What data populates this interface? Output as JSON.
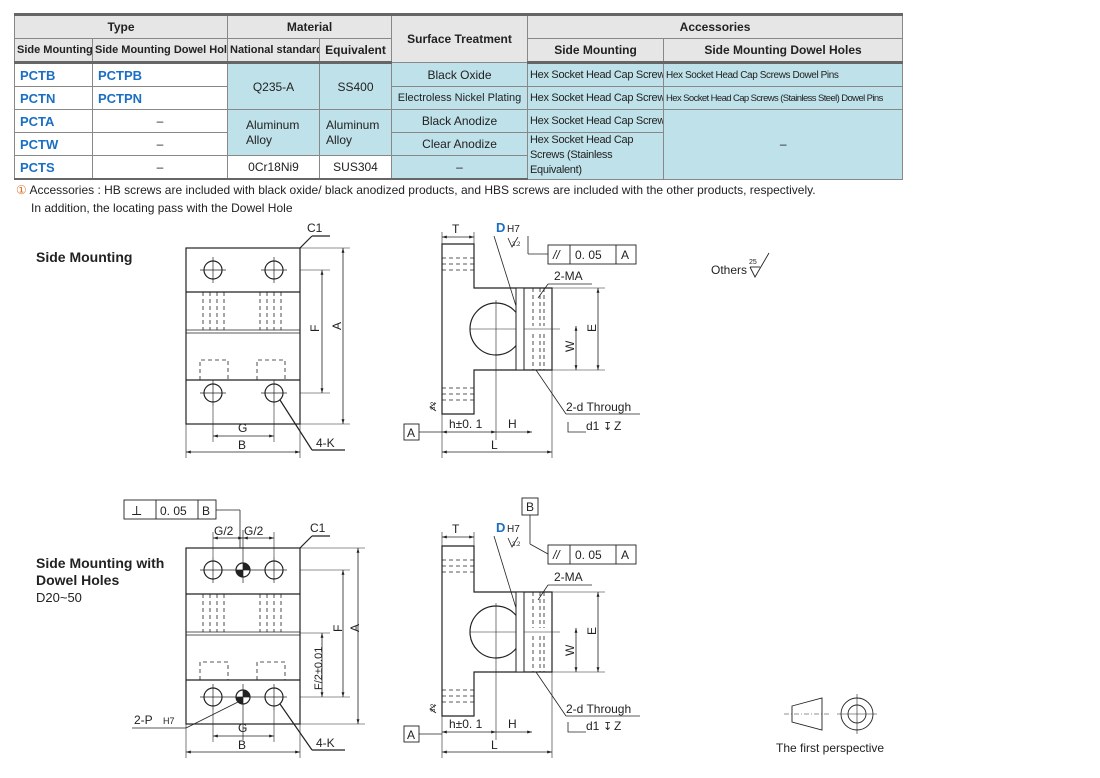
{
  "table": {
    "headers": {
      "type": "Type",
      "material": "Material",
      "surface": "Surface Treatment",
      "accessories": "Accessories",
      "type_side": "Side Mounting",
      "type_dowel": "Side Mounting Dowel Holes",
      "mat_national": "National standard",
      "mat_equivalent": "Equivalent",
      "acc_side": "Side Mounting",
      "acc_dowel": "Side Mounting Dowel Holes"
    },
    "rows": [
      {
        "side": "PCTB",
        "dowel": "PCTPB",
        "national": "Q235-A",
        "equivalent": "SS400",
        "surface": "Black Oxide",
        "acc_side": "Hex Socket Head Cap Screws",
        "acc_dowel": "Hex Socket Head Cap Screws Dowel Pins"
      },
      {
        "side": "PCTN",
        "dowel": "PCTPN",
        "surface": "Electroless Nickel Plating",
        "acc_side": "Hex Socket Head Cap Screws",
        "acc_dowel": "Hex Socket Head Cap Screws (Stainless Steel) Dowel Pins"
      },
      {
        "side": "PCTA",
        "dowel": "–",
        "national": "Aluminum Alloy",
        "equivalent": "Aluminum Alloy",
        "surface": "Black Anodize",
        "acc_side": "Hex Socket Head Cap Screws",
        "acc_dowel": "–"
      },
      {
        "side": "PCTW",
        "dowel": "–",
        "surface": "Clear Anodize",
        "acc_side": "Hex Socket Head Cap Screws (Stainless Equivalent)"
      },
      {
        "side": "PCTS",
        "dowel": "–",
        "national": "0Cr18Ni9",
        "equivalent": "SUS304",
        "surface": "–"
      }
    ]
  },
  "note": {
    "line1": "Accessories : HB screws are included with black oxide/ black anodized products,  and HBS screws are included with the other products,  respectively.",
    "line2": "In addition,  the locating pass with the Dowel Hole"
  },
  "drawing": {
    "title_side": "Side Mounting",
    "title_dowel_1": "Side Mounting with",
    "title_dowel_2": "Dowel Holes",
    "title_dowel_3": "D20~50",
    "others": "Others",
    "roughness_25": "25",
    "roughness_32": "3.2",
    "c1": "C1",
    "dim_F": "F",
    "dim_A": "A",
    "dim_G": "G",
    "dim_B": "B",
    "dim_4K": "4-K",
    "dim_T": "T",
    "dim_D": "D",
    "dim_H7": "H7",
    "tol_parallel": "//",
    "tol_value": "0. 05",
    "datum_A": "A",
    "datum_B": "B",
    "dim_2MA": "2-MA",
    "dim_E": "E",
    "dim_W": "W",
    "dim_2d": "2-d Through",
    "dim_d1": "d1",
    "dim_Z": "Z",
    "dim_h": "h±0. 1",
    "dim_H": "H",
    "dim_L": "L",
    "tol_perp": "⟂",
    "dim_G2a": "G/2",
    "dim_G2b": "G/2",
    "dim_F2": "F/2±0.01",
    "dim_2P": "2-P",
    "dim_2P_sub": "H7",
    "perspective": "The first perspective"
  }
}
